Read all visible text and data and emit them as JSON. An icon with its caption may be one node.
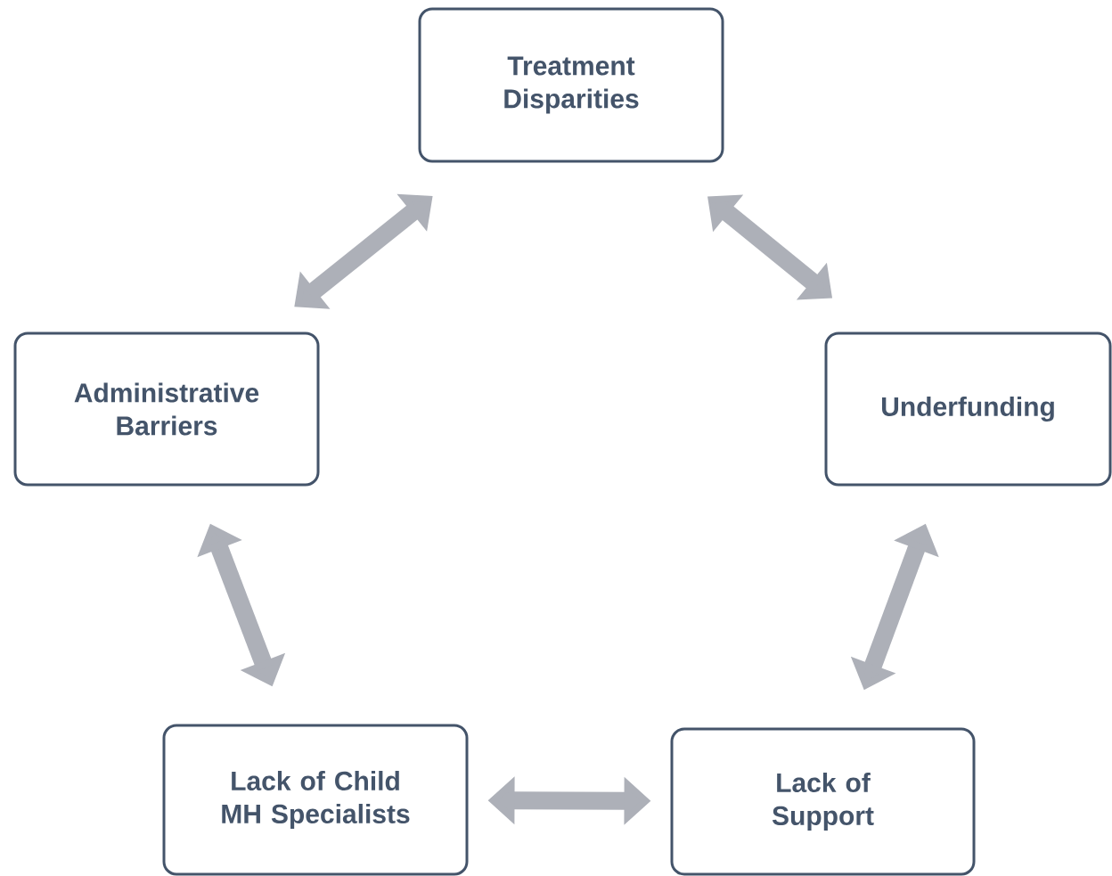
{
  "diagram": {
    "nodes": [
      {
        "text": [
          "Treatment Disparities"
        ]
      },
      {
        "text": [
          "Underfunding"
        ]
      },
      {
        "text": [
          "Lack of Support"
        ]
      },
      {
        "text": [
          "Lack of Child MH Specialists"
        ]
      },
      {
        "text": [
          "Administrative Barriers"
        ]
      }
    ],
    "edges": [
      {
        "from": 0,
        "to": 1,
        "arrow": "both"
      },
      {
        "from": 1,
        "to": 2,
        "arrow": "both"
      },
      {
        "from": 2,
        "to": 3,
        "arrow": "both"
      },
      {
        "from": 3,
        "to": 4,
        "arrow": "both"
      },
      {
        "from": 4,
        "to": 0,
        "arrow": "both"
      }
    ]
  }
}
